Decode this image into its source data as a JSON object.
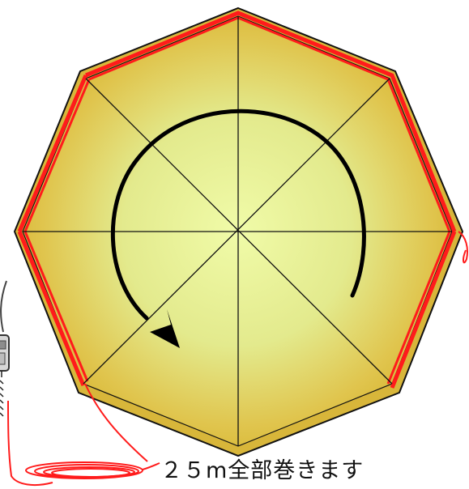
{
  "caption": "２５m全部巻きます",
  "colors": {
    "panel_center": "#eef8a8",
    "panel_mid": "#e2e083",
    "panel_edge": "#d9b82d",
    "outline": "#111111",
    "rope": "#ff1f1f",
    "arrow": "#000000"
  },
  "icons": {
    "umbrella": "octagonal-umbrella-top-view",
    "arrow": "clockwise-rotation-arrow",
    "rope": "red-rope-coil",
    "device": "reel-device-icon"
  }
}
